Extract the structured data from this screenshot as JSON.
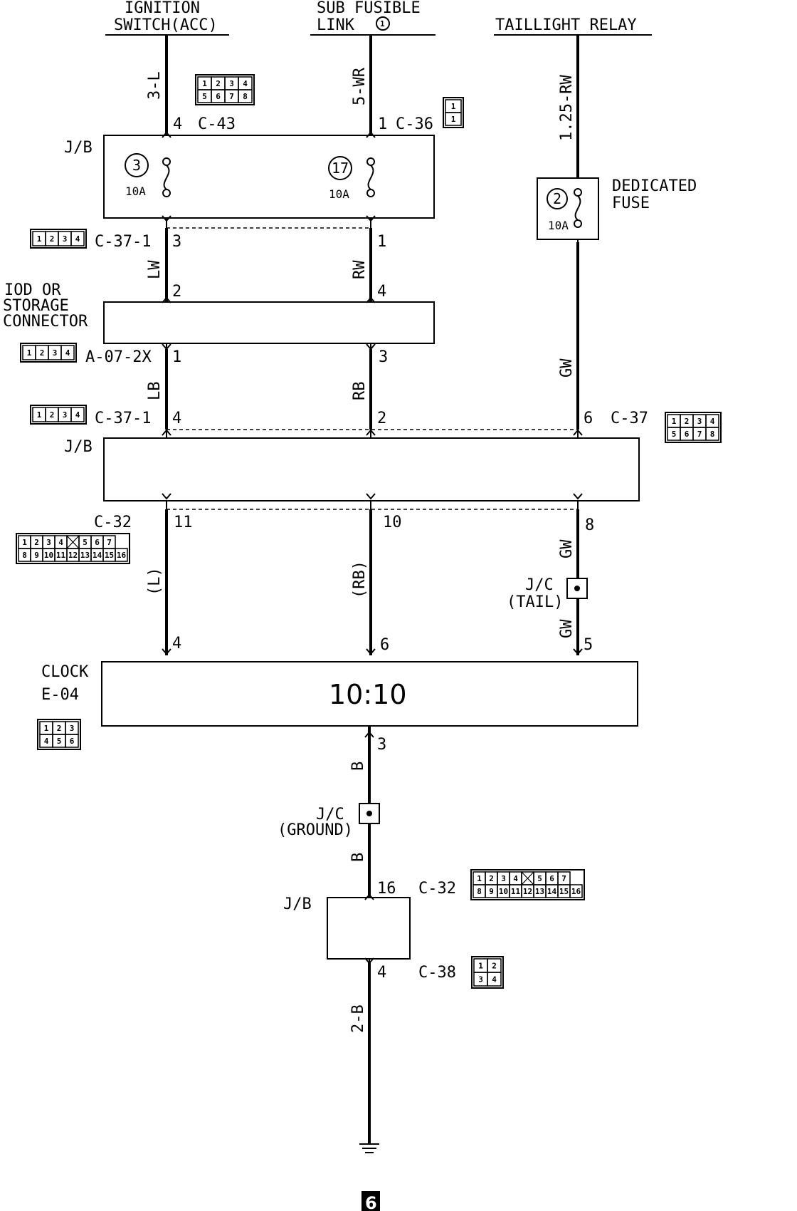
{
  "sources": {
    "ignition": [
      "IGNITION",
      "SWITCH(ACC)"
    ],
    "subfusible": [
      "SUB FUSIBLE",
      "LINK"
    ],
    "subfusible_num": "1",
    "taillight": "TAILLIGHT RELAY"
  },
  "wires": {
    "w1_top": "3-L",
    "w2_top": "5-WR",
    "w3_top": "1.25-RW",
    "w1_mid": "LW",
    "w2_mid": "RW",
    "w1_low": "LB",
    "w2_low": "RB",
    "w3_a": "GW",
    "w3_b": "GW",
    "w3_c": "GW",
    "w1_paren": "(L)",
    "w2_paren": "(RB)",
    "ground_1": "B",
    "ground_2": "B",
    "ground_3": "2-B"
  },
  "connectors": {
    "c43": "C-43",
    "c36": "C-36",
    "c37_1_a": "C-37-1",
    "c37_1_b": "C-37-1",
    "a07": "A-07-2X",
    "c37": "C-37",
    "c32_a": "C-32",
    "c32_b": "C-32",
    "c38": "C-38",
    "clock_code": "E-04"
  },
  "pins": {
    "p_c43": "4",
    "p_c36": "1",
    "p_c371_a1": "3",
    "p_c371_a2": "1",
    "p_iod_1": "2",
    "p_iod_2": "4",
    "p_a07_1": "1",
    "p_a07_2": "3",
    "p_c371_b1": "4",
    "p_c371_b2": "2",
    "p_c37": "6",
    "p_c32_1": "11",
    "p_c32_2": "10",
    "p_c32_3": "8",
    "p_clock_1": "4",
    "p_clock_2": "6",
    "p_clock_3": "5",
    "p_clock_gnd": "3",
    "p_jb_gnd_in": "16",
    "p_jb_gnd_out": "4"
  },
  "blocks": {
    "jb": "J/B",
    "jb2": "J/B",
    "jb3": "J/B",
    "iod": [
      "IOD OR",
      "STORAGE",
      "CONNECTOR"
    ],
    "clock": "CLOCK",
    "clock_display": "10:10",
    "dedicated": [
      "DEDICATED",
      "FUSE"
    ],
    "jc_tail": [
      "J/C",
      "(TAIL)"
    ],
    "jc_ground": [
      "J/C",
      "(GROUND)"
    ]
  },
  "fuses": {
    "f1_num": "3",
    "f1_amp": "10A",
    "f2_num": "17",
    "f2_amp": "10A",
    "f3_num": "2",
    "f3_amp": "10A"
  },
  "connector_faces": {
    "c43": [
      [
        "1",
        "2",
        "3",
        "4"
      ],
      [
        "5",
        "6",
        "7",
        "8"
      ]
    ],
    "c36": [
      [
        "1"
      ],
      [
        "1"
      ]
    ],
    "c37_1": [
      [
        "1",
        "2",
        "3",
        "4"
      ]
    ],
    "c37": [
      [
        "1",
        "2",
        "3",
        "4"
      ],
      [
        "5",
        "6",
        "7",
        "8"
      ]
    ],
    "c32": [
      [
        "1",
        "2",
        "3",
        "4",
        "",
        "5",
        "6",
        "7"
      ],
      [
        "8",
        "9",
        "10",
        "11",
        "12",
        "13",
        "14",
        "15",
        "16"
      ]
    ],
    "e04": [
      [
        "1",
        "2",
        "3"
      ],
      [
        "4",
        "5",
        "6"
      ]
    ],
    "c38": [
      [
        "1",
        "2"
      ],
      [
        "3",
        "4"
      ]
    ]
  },
  "page_marker": "6"
}
